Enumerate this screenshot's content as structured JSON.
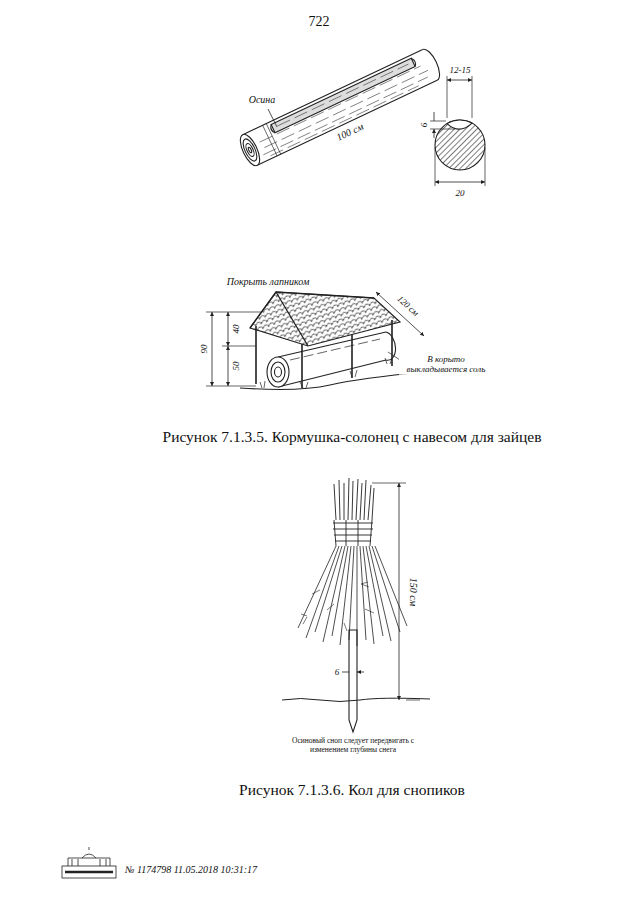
{
  "diagram": {
    "labels": [
      "722",
      "Осина",
      "100 см",
      "12-15",
      "6",
      "20",
      "Покрыть лапником",
      "40",
      "90",
      "50",
      "120 см",
      "В корыто выкладывается соль",
      "Рисунок 7.1.3.5. Кормушка-солонец с навесом для зайцев",
      "150 см",
      "6",
      "Осиновый сноп следует передвигать с изменением глубины снега",
      "Рисунок 7.1.3.6. Кол для снопиков",
      "№ 1174798 11.05.2018 10:31:17"
    ]
  }
}
